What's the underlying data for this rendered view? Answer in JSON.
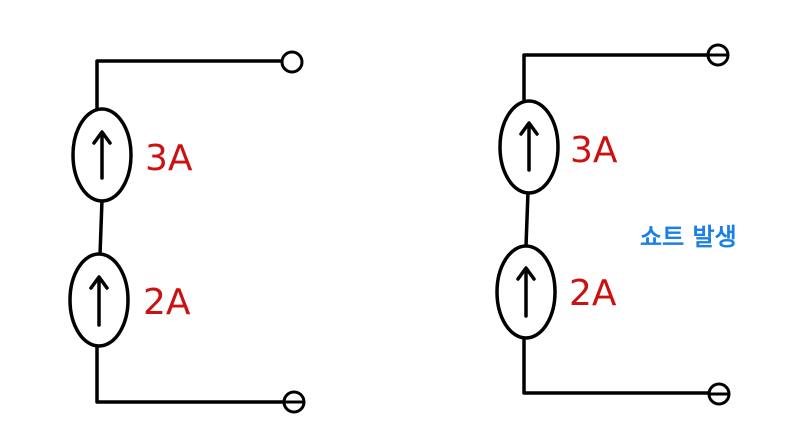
{
  "colors": {
    "wire": "#000000",
    "source_label": "#cc1111",
    "annotation": "#1a7fe6"
  },
  "left_circuit": {
    "upper_source": {
      "label": "3A",
      "arrow": "up-arrow"
    },
    "lower_source": {
      "label": "2A",
      "arrow": "up-arrow"
    }
  },
  "right_circuit": {
    "upper_source": {
      "label": "3A",
      "arrow": "up-arrow"
    },
    "lower_source": {
      "label": "2A",
      "arrow": "up-arrow"
    },
    "annotation": "쇼트 발생"
  }
}
